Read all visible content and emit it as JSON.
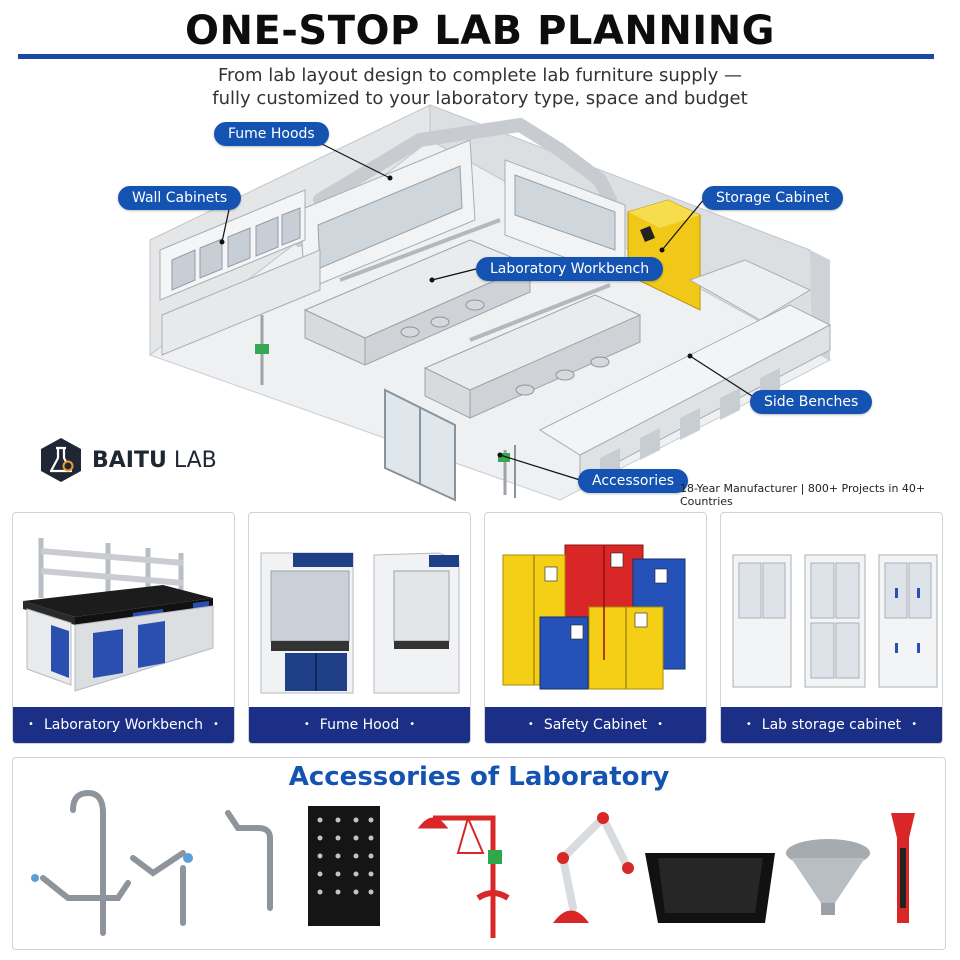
{
  "header": {
    "title": "ONE-STOP LAB PLANNING",
    "subtitle_line1": "From lab layout design to complete lab furniture supply —",
    "subtitle_line2": "fully customized to your laboratory type, space and budget"
  },
  "callouts": {
    "fume_hoods": "Fume Hoods",
    "wall_cabinets": "Wall Cabinets",
    "storage_cabinet": "Storage Cabinet",
    "laboratory_workbench": "Laboratory Workbench",
    "side_benches": "Side Benches",
    "accessories": "Accessories"
  },
  "brand": {
    "name_bold": "BAITU",
    "name_light": " LAB",
    "tagline": "18-Year Manufacturer | 800+ Projects in 40+ Countries"
  },
  "products": [
    {
      "label": "Laboratory Workbench"
    },
    {
      "label": "Fume Hood"
    },
    {
      "label": "Safety Cabinet"
    },
    {
      "label": "Lab storage cabinet"
    }
  ],
  "bullet": "•",
  "accessories": {
    "title": "Accessories of Laboratory",
    "items": [
      "lab-faucet-icon",
      "cross-fitting-icon",
      "gooseneck-tap-icon",
      "pegboard-icon",
      "emergency-shower-icon",
      "fume-extraction-arm-icon",
      "sink-icon",
      "funnel-drain-icon",
      "eyewash-icon"
    ]
  },
  "colors": {
    "brand_blue": "#1553b3",
    "label_navy": "#1c2f86",
    "safety_yellow": "#f5cf16",
    "safety_red": "#d92727",
    "cabinet_blue": "#2452b8"
  }
}
